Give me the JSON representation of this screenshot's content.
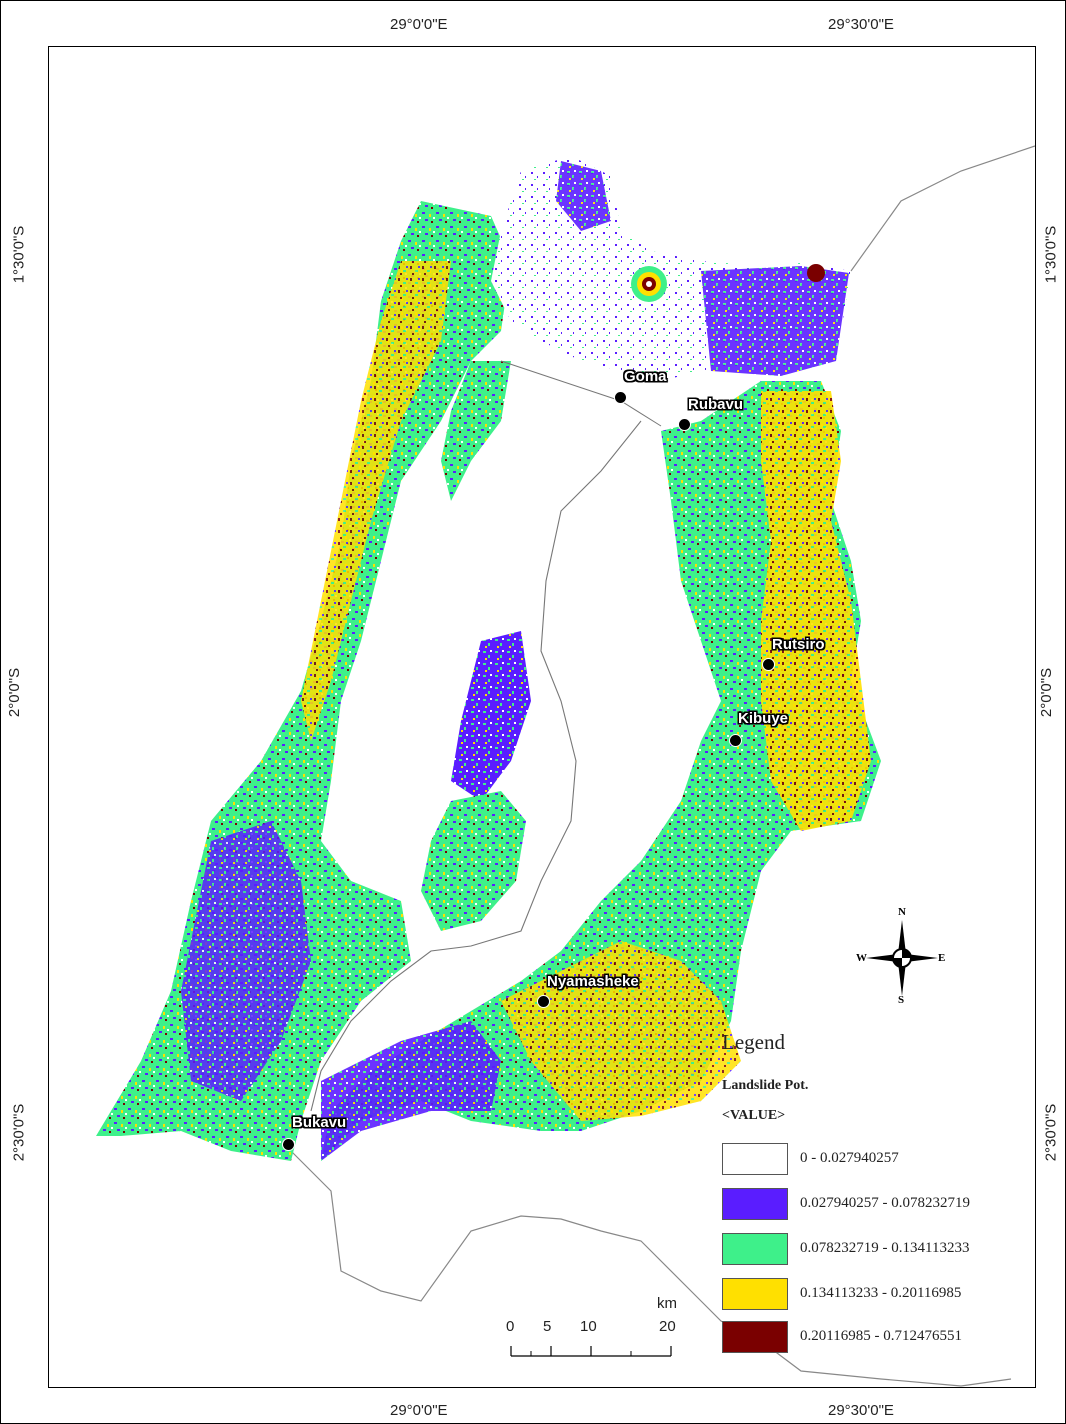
{
  "graticule": {
    "top": [
      "29°0'0\"E",
      "29°30'0\"E"
    ],
    "bottom": [
      "29°0'0\"E",
      "29°30'0\"E"
    ],
    "left": [
      "1°30'0\"S",
      "2°0'0\"S",
      "2°30'0\"S"
    ],
    "right": [
      "1°30'0\"S",
      "2°0'0\"S",
      "2°30'0\"S"
    ]
  },
  "cities": [
    "Goma",
    "Rubavu",
    "Rutsiro",
    "Kibuye",
    "Nyamasheke",
    "Bukavu"
  ],
  "legend": {
    "title": "Legend",
    "layer": "Landslide Pot.",
    "field": "<VALUE>",
    "classes": [
      {
        "label": "0 - 0.027940257",
        "color": "#ffffff"
      },
      {
        "label": "0.027940257 - 0.078232719",
        "color": "#5a1dff"
      },
      {
        "label": "0.078232719 - 0.134113233",
        "color": "#3ef08a"
      },
      {
        "label": "0.134113233 - 0.20116985",
        "color": "#ffe000"
      },
      {
        "label": "0.20116985 - 0.712476551",
        "color": "#7a0000"
      }
    ]
  },
  "scale_bar": {
    "unit": "km",
    "ticks": [
      "0",
      "5",
      "10",
      "20"
    ]
  },
  "north_arrow": {
    "n": "N",
    "s": "S",
    "e": "E",
    "w": "W"
  }
}
